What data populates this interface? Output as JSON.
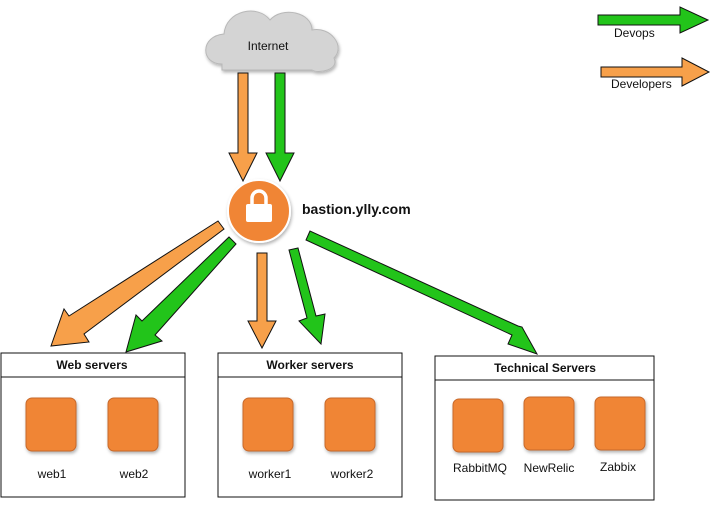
{
  "diagram": {
    "cloud": {
      "label": "Internet"
    },
    "bastion": {
      "label": "bastion.ylly.com"
    },
    "legend": [
      {
        "label": "Devops",
        "color": "#22c41a"
      },
      {
        "label": "Developers",
        "color": "#f7a04a"
      }
    ],
    "groups": [
      {
        "title": "Web servers",
        "servers": [
          "web1",
          "web2"
        ]
      },
      {
        "title": "Worker servers",
        "servers": [
          "worker1",
          "worker2"
        ]
      },
      {
        "title": "Technical Servers",
        "servers": [
          "RabbitMQ",
          "NewRelic",
          "Zabbix"
        ]
      }
    ],
    "colors": {
      "devops": "#22c41a",
      "developers": "#f7a04a",
      "server": "#f08536",
      "server_stroke": "#c8692b",
      "bastion": "#f08536",
      "cloud": "#d4d4d4"
    }
  }
}
